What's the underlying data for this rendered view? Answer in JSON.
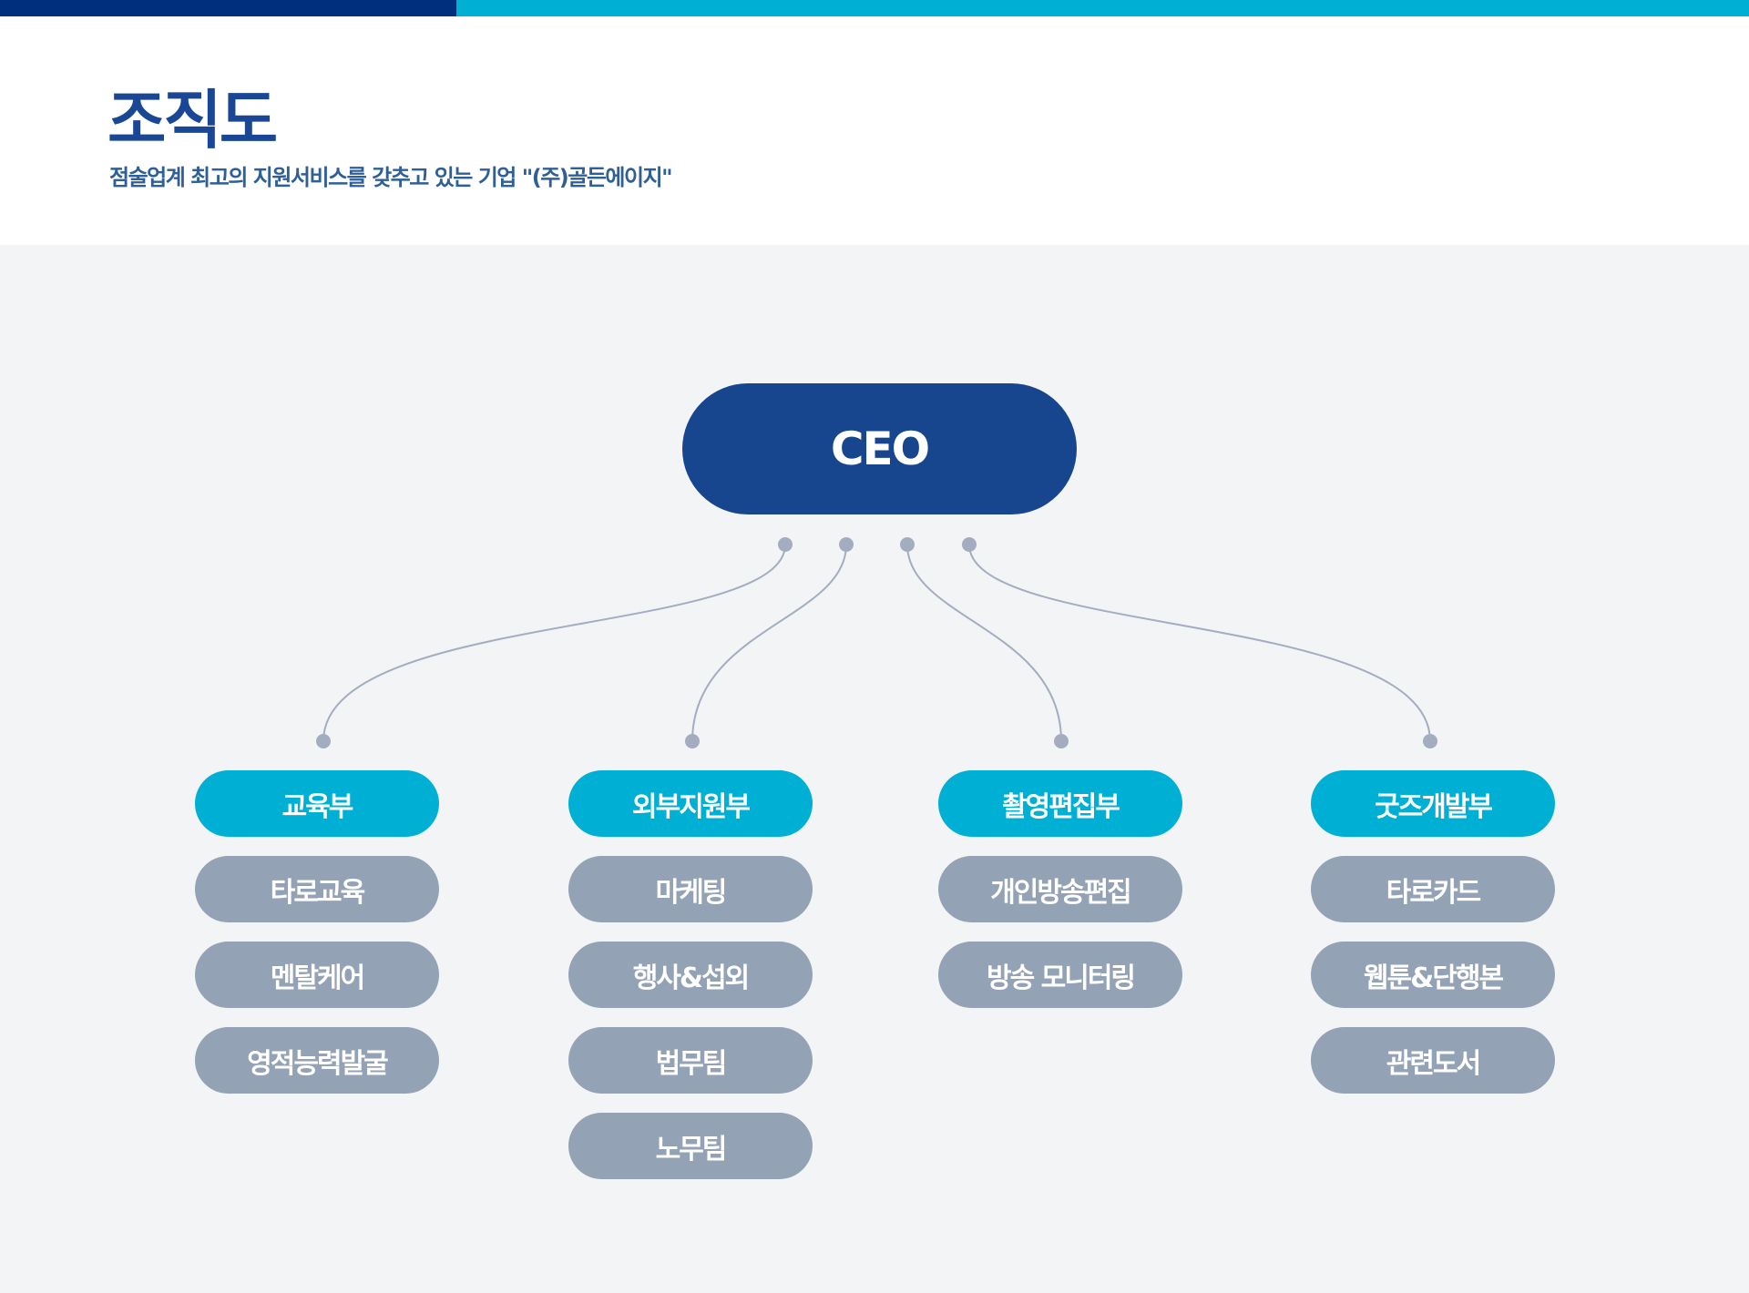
{
  "header": {
    "title": "조직도",
    "subtitle": "점술업계 최고의 지원서비스를 갖추고 있는 기업 \"(주)골든에이지\""
  },
  "colors": {
    "navy": "#17468f",
    "cyan": "#00b0d4",
    "gray": "#94a2b5",
    "line": "#a3adbf"
  },
  "ceo": {
    "label": "CEO"
  },
  "departments": [
    {
      "name": "교육부",
      "teams": [
        "타로교육",
        "멘탈케어",
        "영적능력발굴"
      ]
    },
    {
      "name": "외부지원부",
      "teams": [
        "마케팅",
        "행사&섭외",
        "법무팀",
        "노무팀"
      ]
    },
    {
      "name": "촬영편집부",
      "teams": [
        "개인방송편집",
        "방송 모니터링"
      ]
    },
    {
      "name": "굿즈개발부",
      "teams": [
        "타로카드",
        "웹툰&단행본",
        "관련도서"
      ]
    }
  ]
}
